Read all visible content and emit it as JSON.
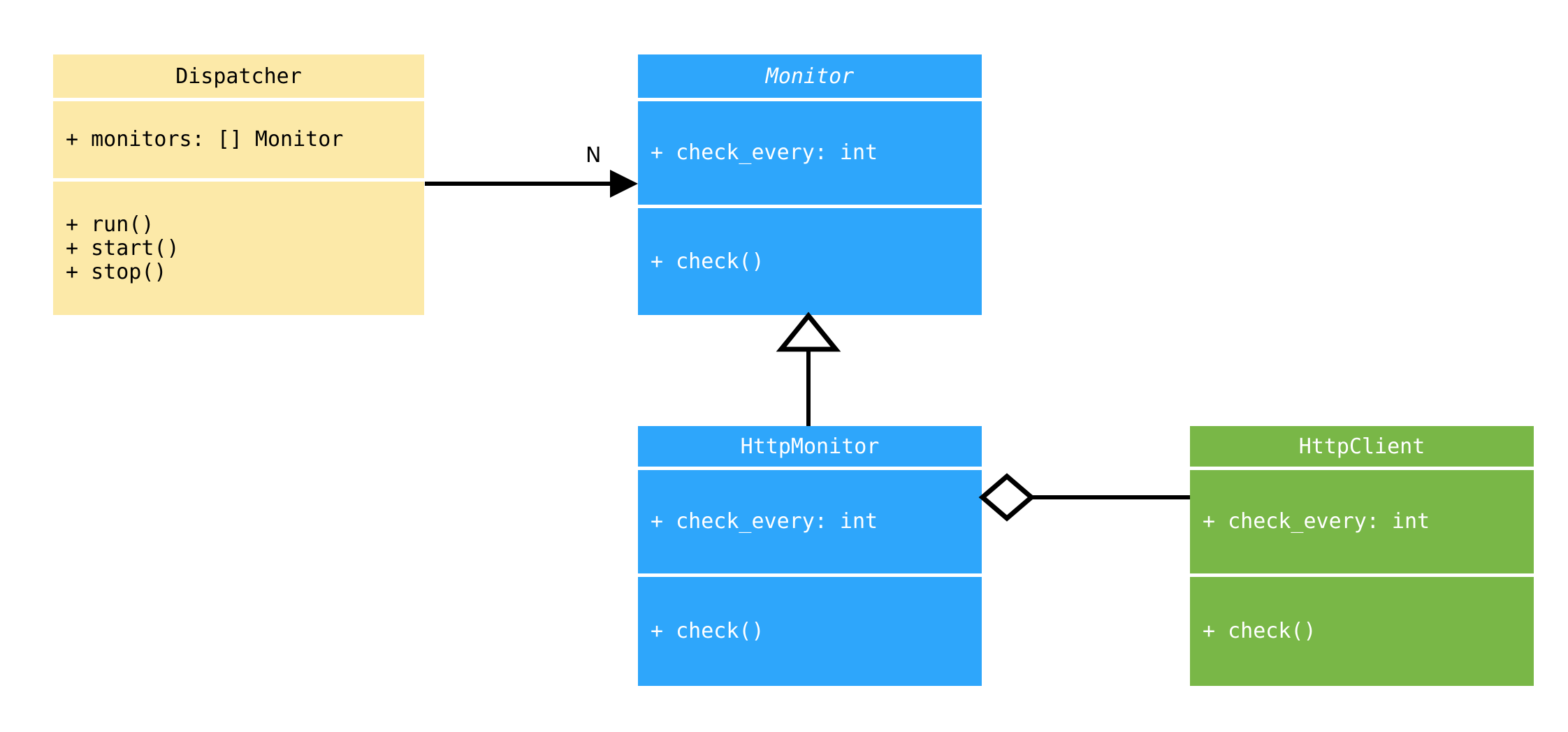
{
  "diagram": {
    "type": "uml-class-diagram",
    "background": "#ffffff"
  },
  "palette": {
    "yellow": "#fce9a8",
    "blue": "#2ea6fb",
    "green": "#79b747",
    "line": "#000000",
    "text_dark": "#000000",
    "text_light": "#ffffff"
  },
  "classes": {
    "dispatcher": {
      "name": "Dispatcher",
      "abstract": false,
      "color": "#fce9a8",
      "attributes": [
        "+ monitors: [] Monitor"
      ],
      "methods": [
        "+ run()",
        "+ start()",
        "+ stop()"
      ]
    },
    "monitor": {
      "name": "Monitor",
      "abstract": true,
      "color": "#2ea6fb",
      "attributes": [
        "+ check_every: int"
      ],
      "methods": [
        "+ check()"
      ]
    },
    "http_monitor": {
      "name": "HttpMonitor",
      "abstract": false,
      "color": "#2ea6fb",
      "attributes": [
        "+ check_every: int"
      ],
      "methods": [
        "+ check()"
      ]
    },
    "http_client": {
      "name": "HttpClient",
      "abstract": false,
      "color": "#79b747",
      "attributes": [
        "+ check_every: int"
      ],
      "methods": [
        "+ check()"
      ]
    }
  },
  "relationships": {
    "dispatcher_to_monitor": {
      "kind": "association",
      "from": "Dispatcher",
      "to": "Monitor",
      "multiplicity_label": "N",
      "arrow": "filled-arrowhead"
    },
    "http_monitor_to_monitor": {
      "kind": "generalization",
      "from": "HttpMonitor",
      "to": "Monitor",
      "arrow": "hollow-triangle",
      "multiplicity_label": ""
    },
    "http_monitor_to_http_client": {
      "kind": "aggregation",
      "from": "HttpMonitor",
      "to": "HttpClient",
      "arrow": "hollow-diamond",
      "multiplicity_label": ""
    }
  }
}
